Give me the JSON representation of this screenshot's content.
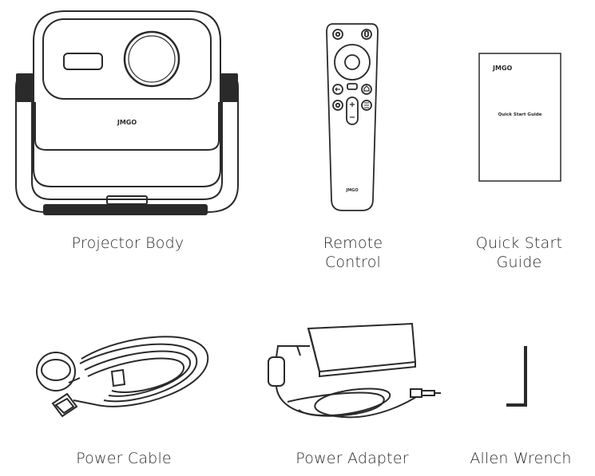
{
  "items": [
    {
      "id": "projector",
      "caption": "Projector Body",
      "logo_text": "JMGO"
    },
    {
      "id": "remote",
      "caption_line1": "Remote",
      "caption_line2": "Control",
      "logo_text": "JMGO"
    },
    {
      "id": "guide",
      "caption_line1": "Quick Start",
      "caption_line2": "Guide",
      "logo_text": "JMGO",
      "cover_title": "Quick Start Guide"
    },
    {
      "id": "cable",
      "caption": "Power Cable"
    },
    {
      "id": "adapter",
      "caption": "Power Adapter"
    },
    {
      "id": "wrench",
      "caption": "Allen Wrench"
    }
  ],
  "colors": {
    "line": "#2a2a2a",
    "background": "#ffffff"
  }
}
